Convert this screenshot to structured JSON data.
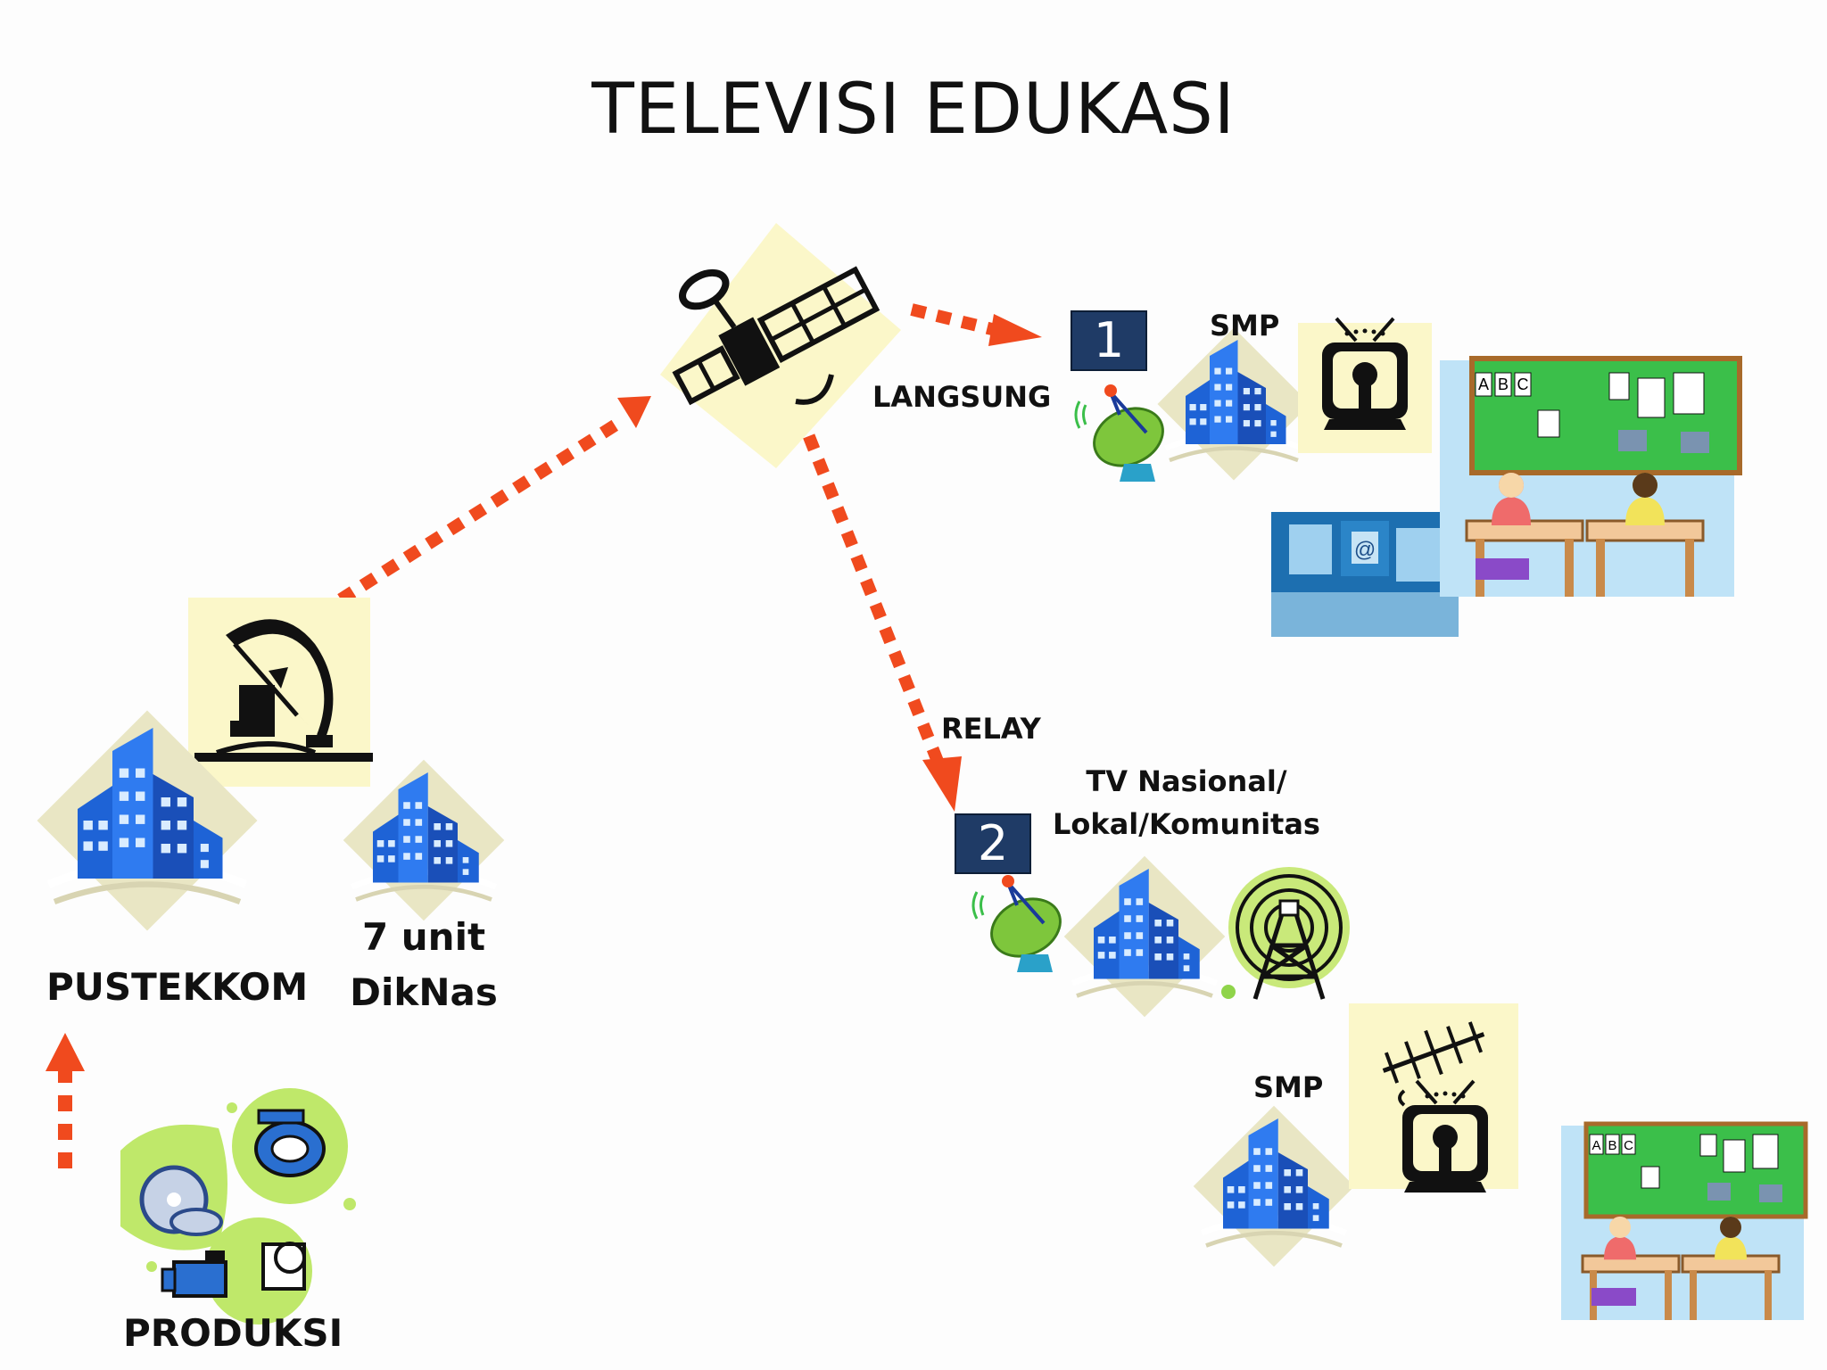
{
  "title": "TELEVISI EDUKASI",
  "labels": {
    "langsung": "LANGSUNG",
    "relay": "RELAY",
    "smp_top": "SMP",
    "smp_bottom": "SMP",
    "tv_line1": "TV Nasional/",
    "tv_line2": "Lokal/Komunitas",
    "pustekkom": "PUSTEKKOM",
    "diknas_line1": "7 unit",
    "diknas_line2": "DikNas",
    "produksi": "PRODUKSI"
  },
  "route_numbers": {
    "one": "1",
    "two": "2"
  },
  "board_letters": [
    "A",
    "B",
    "C"
  ],
  "monitor_symbol": "@",
  "colors": {
    "arrow": "#f04a1e",
    "number_box": "#1f3b66",
    "building_blue": "#1e63d6",
    "clipart_bg": "#fbf7c9",
    "chalkboard": "#3bbf4a",
    "wall": "#bfe3f7"
  }
}
